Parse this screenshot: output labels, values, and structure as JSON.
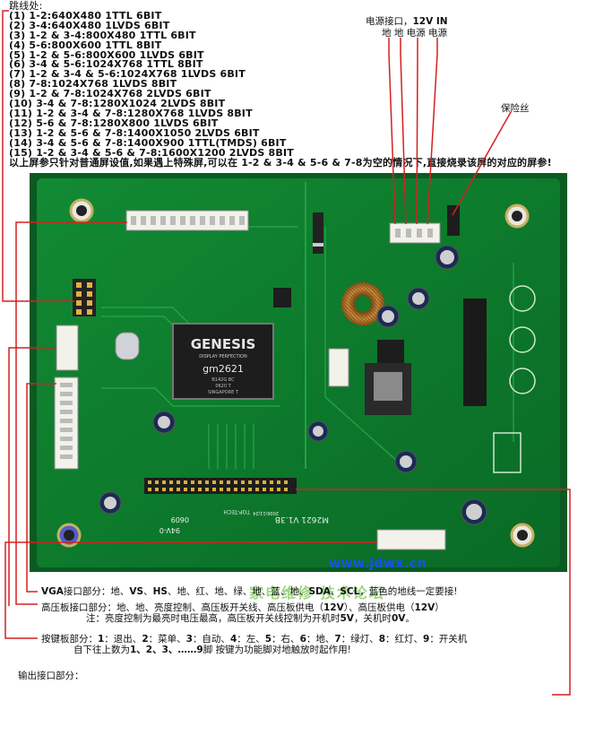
{
  "jumper": {
    "title": "跳线处:",
    "items": [
      "(1) 1-2:640X480 1TTL 6BIT",
      "(2) 3-4:640X480 1LVDS 6BIT",
      "(3) 1-2 & 3-4:800X480 1TTL 6BIT",
      "(4) 5-6:800X600 1TTL 8BIT",
      "(5) 1-2 & 5-6:800X600 1LVDS 6BIT",
      "(6) 3-4 & 5-6:1024X768 1TTL 8BIT",
      "(7) 1-2 & 3-4 & 5-6:1024X768 1LVDS 6BIT",
      "(8) 7-8:1024X768 1LVDS 8BIT",
      "(9) 1-2 & 7-8:1024X768 2LVDS 6BIT",
      "(10) 3-4 & 7-8:1280X1024 2LVDS 8BIT",
      "(11) 1-2 & 3-4 & 7-8:1280X768 1LVDS 8BIT",
      "(12) 5-6 & 7-8:1280X800 1LVDS 6BIT",
      "(13) 1-2 & 5-6 & 7-8:1400X1050 2LVDS 6BIT",
      "(14) 3-4 & 5-6 & 7-8:1400X900 1TTL(TMDS) 6BIT",
      "(15) 1-2 & 3-4 & 5-6 & 7-8:1600X1200 2LVDS 8BIT"
    ],
    "note_pre": "以上屏参只针对普通屏设值,如果遇上特殊屏,可以在 ",
    "note_bold": "1-2 & 3-4 & 5-6 & 7-8",
    "note_post": "为空的情况下,直接烧录该屏的对应的屏参!"
  },
  "power": {
    "title_pre": "电源接口，",
    "title_bold": "12V IN",
    "pins": "地  地  电源  电源"
  },
  "fuse_label": "保险丝",
  "board": {
    "chip_brand": "GENESIS",
    "chip_sub": "DISPLAY PERFECTION",
    "chip_model": "gm2621",
    "chip_code1": "B142G BC",
    "chip_code2": "0620 T",
    "chip_origin": "SINGAPORE T",
    "model_text": "M2621 V1.3B",
    "vendor_text": "TOP-TECH",
    "date_text": "2006/11/24",
    "rating_text": "94V-0",
    "code_text": "0609"
  },
  "watermark": {
    "url": "www.jdwx.cn",
    "forum": "家电维修 技术论坛"
  },
  "vga": {
    "p1_bold": "VGA",
    "p1": "接口部分：地、",
    "vs": "VS",
    "sep": "、",
    "hs": "HS",
    "p2": "、地、红、地、绿、地、蓝、地、",
    "sda": "SDA",
    "scl": "SCL",
    "p3": "，蓝色的地线一定要接!"
  },
  "hv": {
    "p1": "高压板接口部分：地、地、亮度控制、高压板开关线、高压板供电（",
    "v12a": "12V",
    "p2": "）、高压板供电（",
    "v12b": "12V",
    "p3": "）",
    "note_pre": "注：亮度控制为最亮时电压最高，高压板开关线控制为开机时",
    "v5": "5V",
    "note_mid": "，关机时",
    "v0": "0V",
    "note_end": "。"
  },
  "keys": {
    "p1": "按键板部分：",
    "k1": "1",
    "t1": "：退出、",
    "k2": "2",
    "t2": "：菜单、",
    "k3": "3",
    "t3": "：自动、",
    "k4": "4",
    "t4": "：左、",
    "k5": "5",
    "t5": "：右、",
    "k6": "6",
    "t6": "：地、",
    "k7": "7",
    "t7": "：绿灯、",
    "k8": "8",
    "t8": "：红灯、",
    "k9": "9",
    "t9": "：开关机",
    "line2_pre": "自下往上数为",
    "line2_nums": "1、2、3、……9",
    "line2_post": "脚   按键为功能脚对地触放时起作用!"
  },
  "output_label": "输出接口部分：",
  "colors": {
    "pcb": "#0e7a2e",
    "pcb_light": "#23a046",
    "trace": "#b8c8b0",
    "lead": "#d42020",
    "watermark_blue": "#1a4dff",
    "watermark_green": "#5cbc2a"
  }
}
